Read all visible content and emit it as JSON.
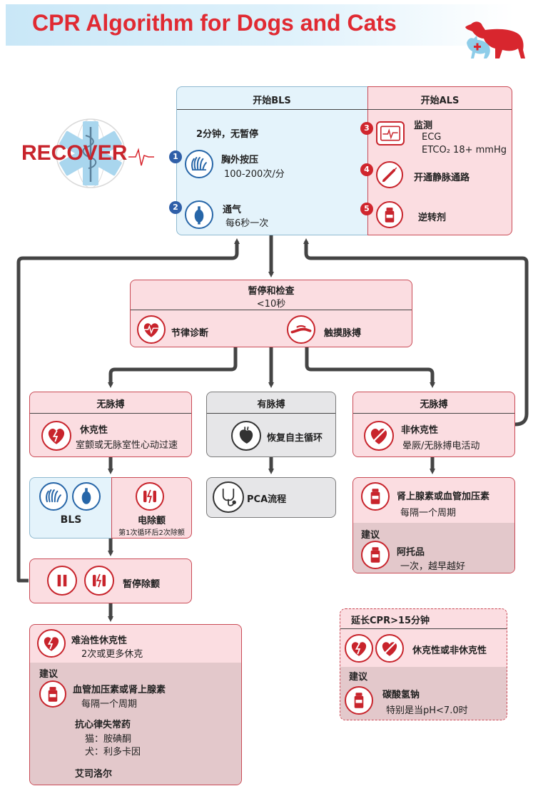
{
  "title": "CPR Algorithm for Dogs and Cats",
  "logo": {
    "text": "RECOVER"
  },
  "bls": {
    "header": "开始BLS",
    "cycle": "2分钟，无暂停",
    "compressions": {
      "num": "1",
      "label": "胸外按压",
      "detail": "100-200次/分"
    },
    "ventilation": {
      "num": "2",
      "label": "通气",
      "detail": "每6秒一次"
    }
  },
  "als": {
    "header": "开始ALS",
    "monitor": {
      "num": "3",
      "label": "监测",
      "line1": "ECG",
      "line2": "ETCO₂ 18+ mmHg"
    },
    "iv": {
      "num": "4",
      "label": "开通静脉通路"
    },
    "reversal": {
      "num": "5",
      "label": "逆转剂"
    }
  },
  "pause": {
    "title": "暂停和检查",
    "sub": "<10秒",
    "rhythm": "节律诊断",
    "pulse": "触摸脉搏"
  },
  "shockable": {
    "header": "无脉搏",
    "label": "休克性",
    "detail": "室颤或无脉室性心动过速"
  },
  "rosc": {
    "header": "有脉搏",
    "label": "恢复自主循环"
  },
  "nonshockable": {
    "header": "无脉搏",
    "label": "非休克性",
    "detail": "晕厥/无脉搏电活动"
  },
  "bls_defib": {
    "bls": "BLS",
    "defib": "电除颤",
    "defib_detail": "第1次循环后2次除颤"
  },
  "pca": {
    "label": "PCA流程"
  },
  "epi": {
    "label": "肾上腺素或血管加压素",
    "detail": "每隔一个周期",
    "suggest": "建议",
    "atropine": "阿托品",
    "atropine_detail": "一次，越早越好"
  },
  "pause_defib": {
    "label": "暂停除颤"
  },
  "refractory": {
    "label": "难治性休克性",
    "detail": "2次或更多休克",
    "suggest": "建议",
    "drug": "血管加压素或肾上腺素",
    "drug_detail": "每隔一个周期",
    "antiarr": "抗心律失常药",
    "cat": "猫：胺碘酮",
    "dog": "犬：利多卡因",
    "esmolol": "艾司洛尔"
  },
  "prolonged": {
    "header": "延长CPR>15分钟",
    "label": "休克性或非休克性",
    "suggest": "建议",
    "drug": "碳酸氢钠",
    "detail": "特别是当pH<7.0时"
  },
  "colors": {
    "red": "#e02a32",
    "pink": "#fbdde1",
    "blue": "#e4f3fb",
    "gray": "#e6e6e8"
  }
}
